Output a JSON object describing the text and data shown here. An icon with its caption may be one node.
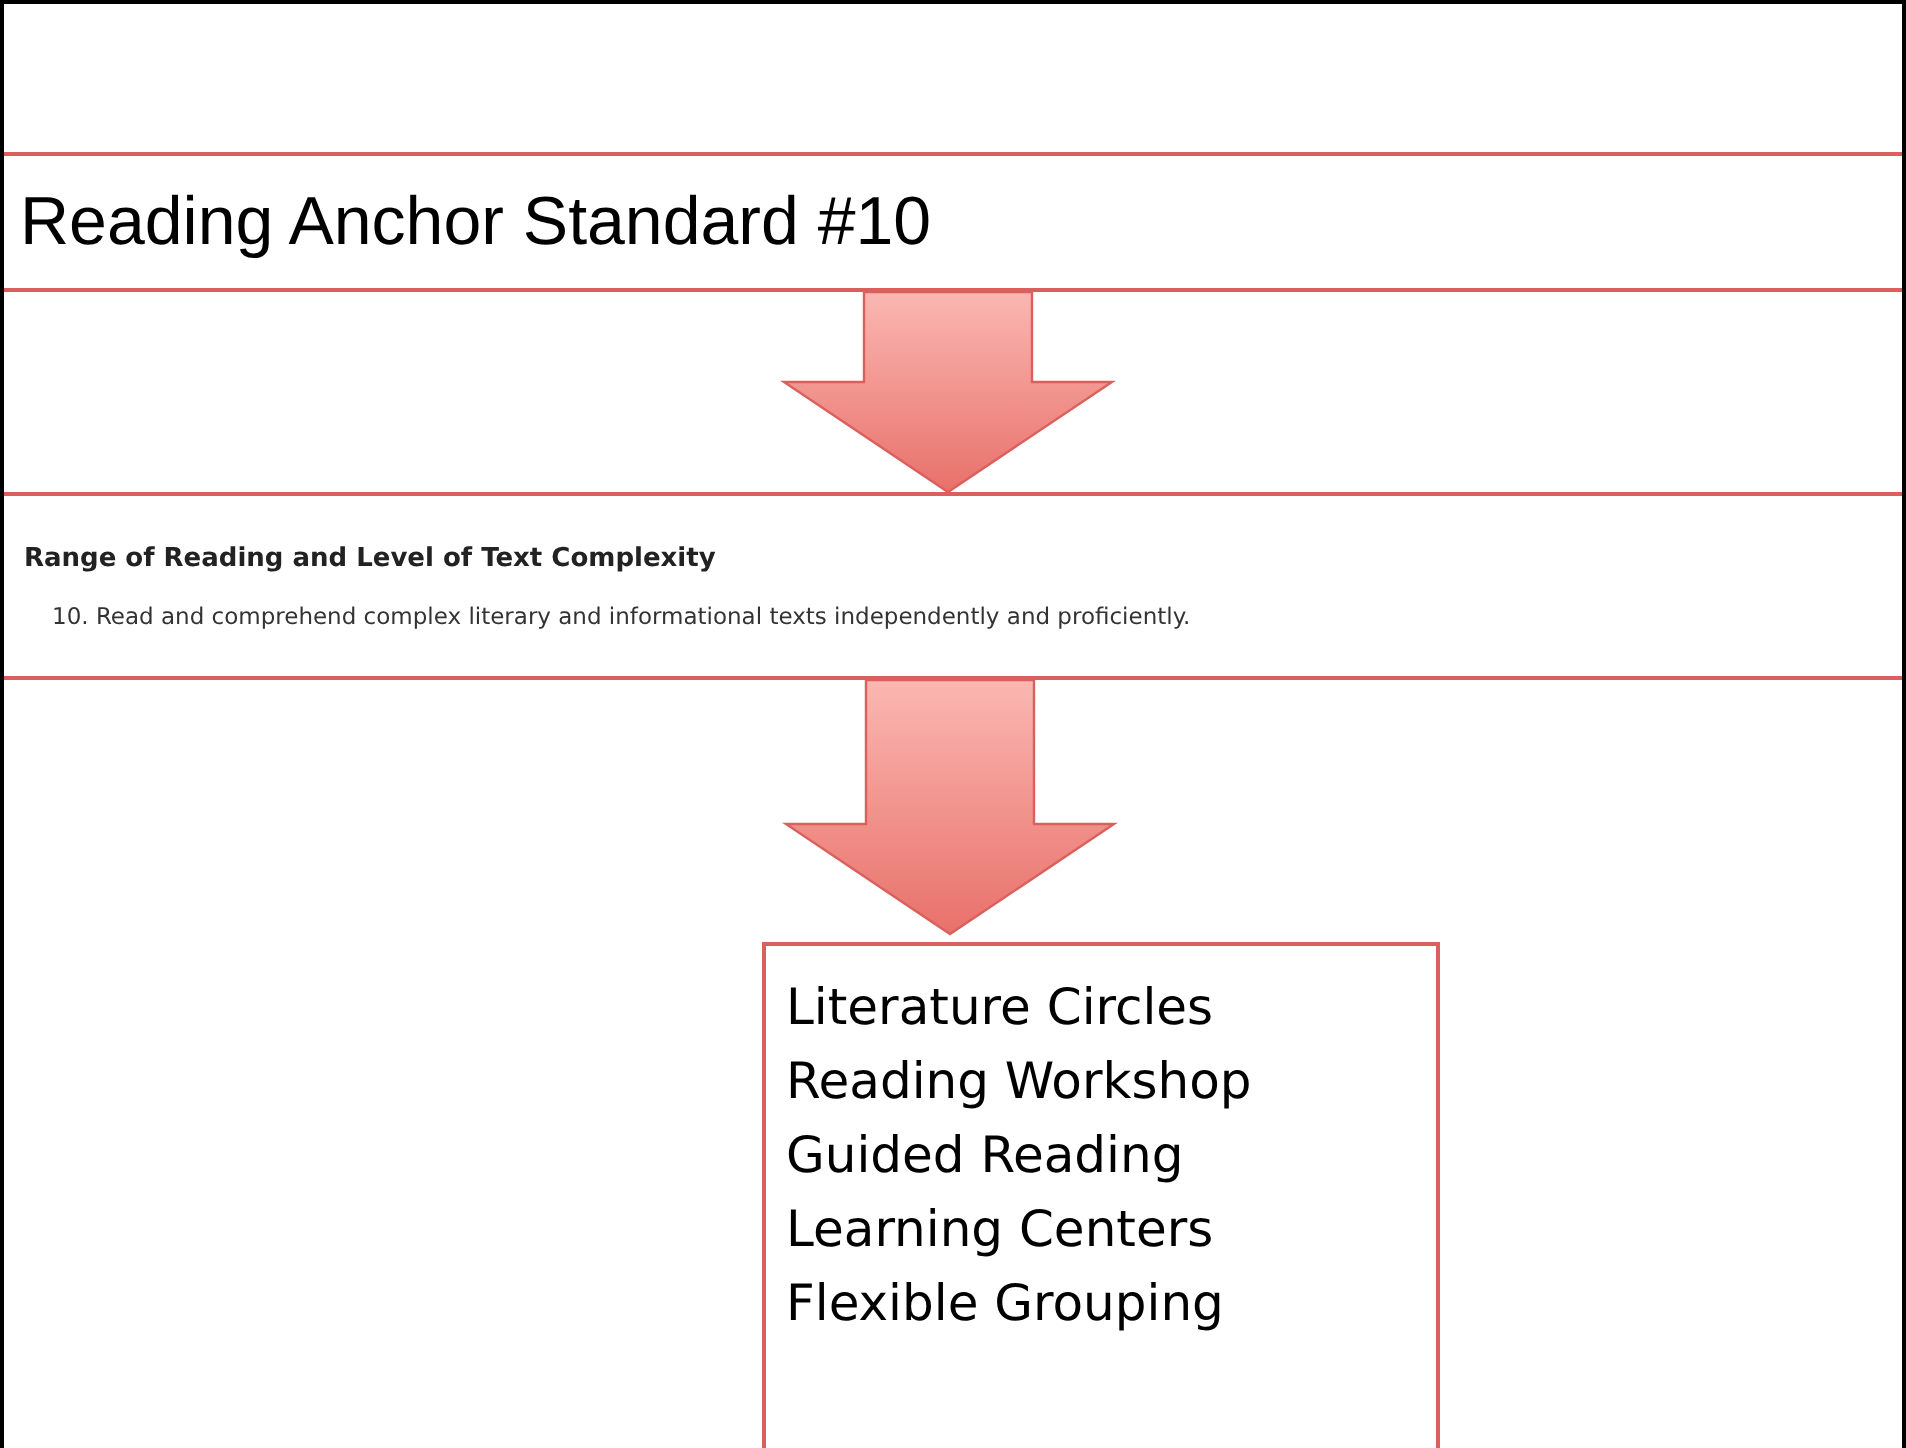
{
  "diagram": {
    "nodes": [
      {
        "text": [
          "Reading Anchor Standard #10"
        ]
      },
      {
        "text": [
          "Range of Reading and Level of Text Complexity",
          "10. Read and comprehend complex literary and informational texts independently and proficiently."
        ]
      },
      {
        "text": [
          "Literature Circles",
          "Reading Workshop",
          "Guided Reading",
          "Learning Centers",
          "Flexible Grouping"
        ]
      }
    ],
    "edges": [
      {
        "from": 0,
        "to": 1,
        "arrow": "to",
        "style": "thick"
      },
      {
        "from": 1,
        "to": 2,
        "arrow": "to",
        "style": "thick"
      }
    ]
  }
}
